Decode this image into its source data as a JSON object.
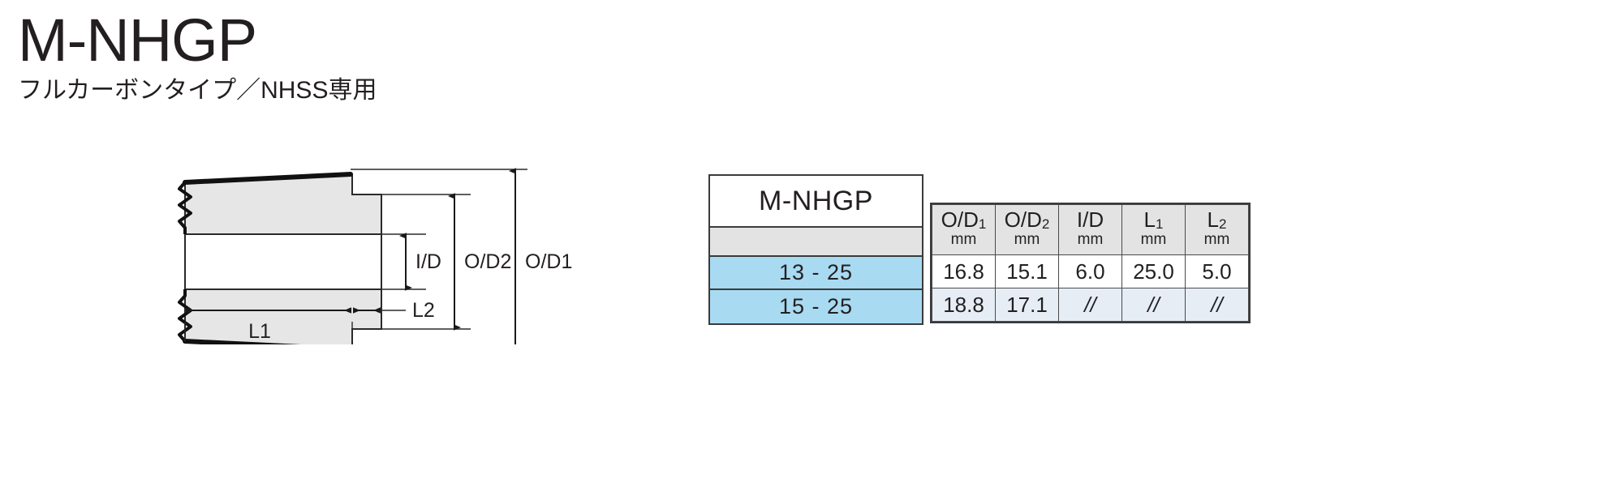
{
  "header": {
    "title": "M-NHGP",
    "subtitle": "フルカーボンタイプ／NHSS専用"
  },
  "drawing": {
    "labels": {
      "id": "I/D",
      "od2": "O/D2",
      "od1": "O/D1",
      "l1": "L1",
      "l2": "L2"
    }
  },
  "spec_table": {
    "name_header": "M-NHGP",
    "columns": [
      {
        "label": "O/D",
        "sub": "1",
        "unit": "mm"
      },
      {
        "label": "O/D",
        "sub": "2",
        "unit": "mm"
      },
      {
        "label": "I/D",
        "sub": "",
        "unit": "mm"
      },
      {
        "label": "L",
        "sub": "1",
        "unit": "mm"
      },
      {
        "label": "L",
        "sub": "2",
        "unit": "mm"
      }
    ],
    "rows": [
      {
        "size": "13 - 25",
        "values": [
          "16.8",
          "15.1",
          "6.0",
          "25.0",
          "5.0"
        ]
      },
      {
        "size": "15 - 25",
        "values": [
          "18.8",
          "17.1",
          "//",
          "//",
          "//"
        ]
      }
    ]
  },
  "colors": {
    "size_cell_bg": "#a8daf2",
    "header_bg": "#e3e3e3",
    "row_alt_bg": "#e6edf5",
    "ink": "#231f20"
  }
}
